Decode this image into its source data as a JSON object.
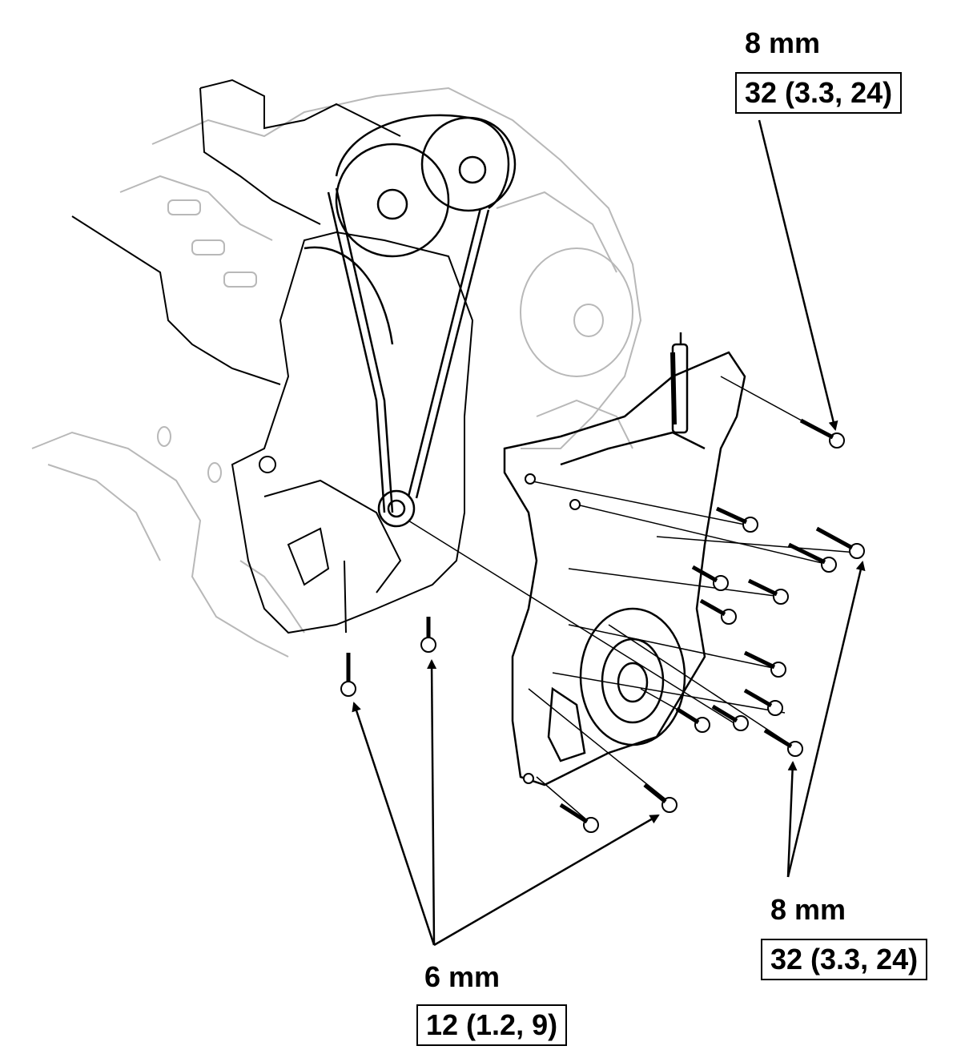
{
  "callouts": {
    "top": {
      "bolt_size": "8 mm",
      "torque": "32 (3.3, 24)"
    },
    "right": {
      "bolt_size": "8 mm",
      "torque": "32 (3.3, 24)"
    },
    "bottom": {
      "bolt_size": "6 mm",
      "torque": "12 (1.2, 9)"
    }
  },
  "colors": {
    "line": "#000000",
    "ghost": "#b8b8b8",
    "background": "#ffffff"
  }
}
